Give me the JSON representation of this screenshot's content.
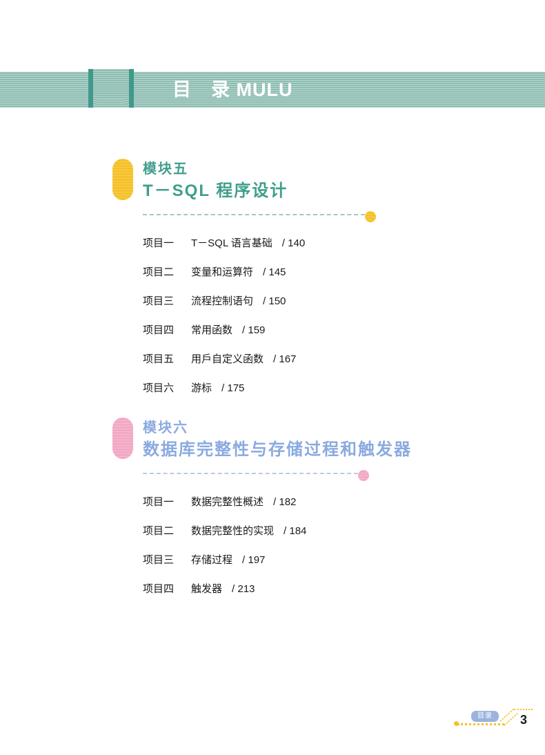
{
  "page": {
    "header_title": "目　录 MULU",
    "page_number": "3",
    "footer_badge": "目录"
  },
  "theme": {
    "banner_bg": "#8dbdb2",
    "banner_tab_edge": "#41998c",
    "banner_text": "#ffffff",
    "module5_accent": "#f5c128",
    "module5_text": "#3f9e8c",
    "module5_dash": "#9ec9c0",
    "module6_accent": "#f2a8c4",
    "module6_text": "#8aaae0",
    "module6_dash": "#b9cbe8",
    "entry_text": "#1a1a1a",
    "footer_badge_bg": "#9cb3de",
    "footer_dot": "#f5c128"
  },
  "modules": [
    {
      "number": "模块五",
      "name": "T－SQL 程序设计",
      "entries": [
        {
          "label": "项目一",
          "title": "T－SQL 语言基础",
          "page": "/ 140"
        },
        {
          "label": "项目二",
          "title": "变量和运算符",
          "page": "/ 145"
        },
        {
          "label": "项目三",
          "title": "流程控制语句",
          "page": "/ 150"
        },
        {
          "label": "项目四",
          "title": "常用函数",
          "page": "/ 159"
        },
        {
          "label": "项目五",
          "title": "用戶自定义函数",
          "page": "/ 167"
        },
        {
          "label": "项目六",
          "title": "游标",
          "page": "/ 175"
        }
      ]
    },
    {
      "number": "模块六",
      "name": "数据库完整性与存储过程和触发器",
      "entries": [
        {
          "label": "项目一",
          "title": "数据完整性概述",
          "page": "/ 182"
        },
        {
          "label": "项目二",
          "title": "数据完整性的实现",
          "page": "/ 184"
        },
        {
          "label": "项目三",
          "title": "存储过程",
          "page": "/ 197"
        },
        {
          "label": "项目四",
          "title": "触发器",
          "page": "/ 213"
        }
      ]
    }
  ]
}
